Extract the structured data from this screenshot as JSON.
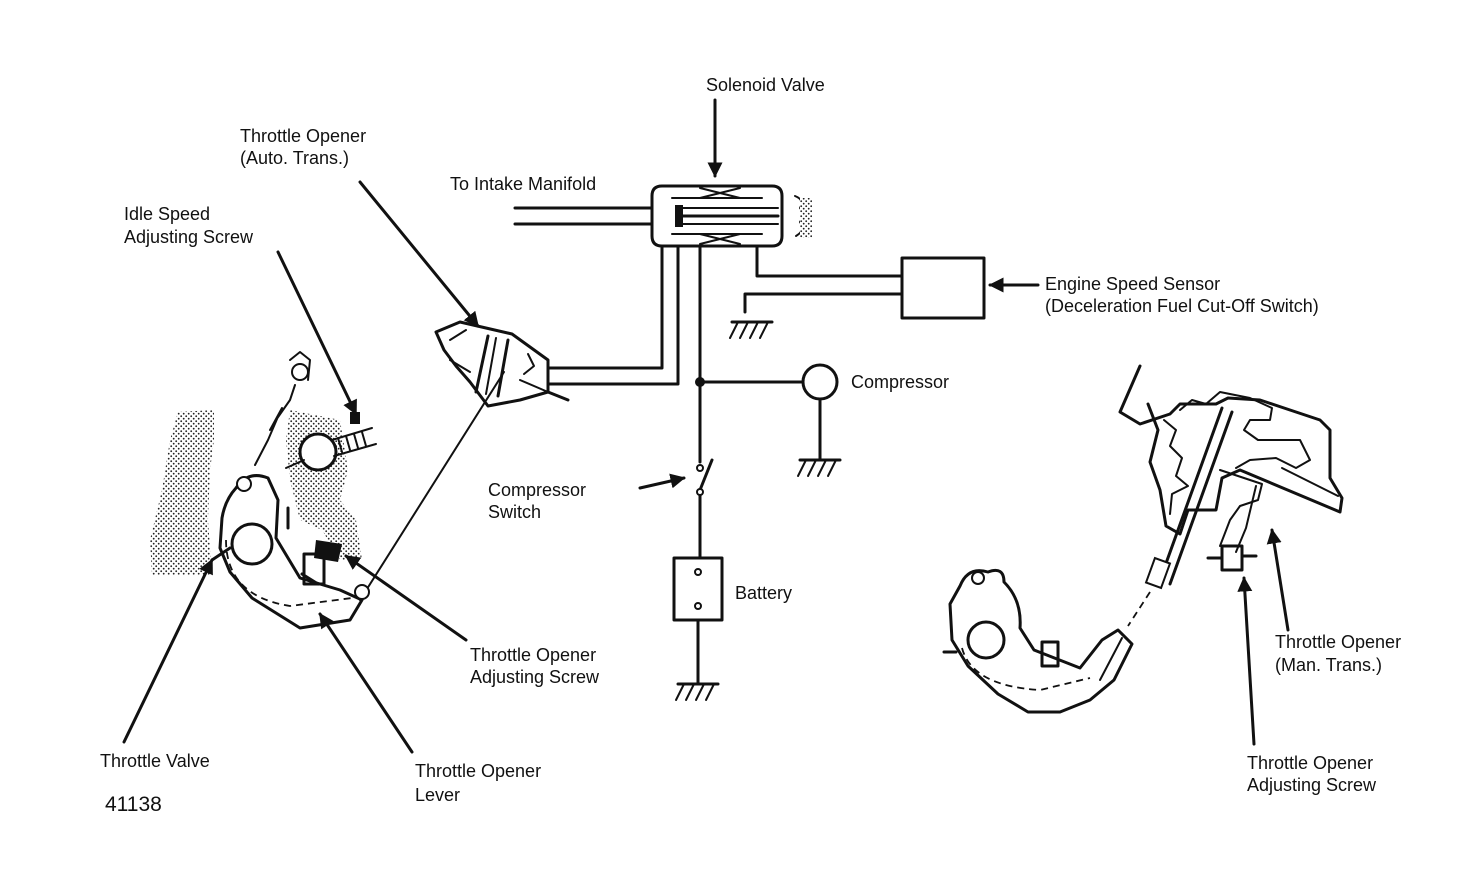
{
  "labels": {
    "solenoid_valve": "Solenoid Valve",
    "throttle_opener_auto_1": "Throttle Opener",
    "throttle_opener_auto_2": "(Auto. Trans.)",
    "to_intake_manifold": "To Intake Manifold",
    "idle_speed_1": "Idle Speed",
    "idle_speed_2": "Adjusting Screw",
    "engine_speed_sensor_1": "Engine Speed Sensor",
    "engine_speed_sensor_2": "(Deceleration Fuel Cut-Off Switch)",
    "compressor": "Compressor",
    "compressor_switch_1": "Compressor",
    "compressor_switch_2": "Switch",
    "battery": "Battery",
    "opener_adj_screw_left_1": "Throttle Opener",
    "opener_adj_screw_left_2": "Adjusting Screw",
    "throttle_valve": "Throttle Valve",
    "opener_lever_1": "Throttle Opener",
    "opener_lever_2": "Lever",
    "figure_number": "41138",
    "throttle_opener_man_1": "Throttle Opener",
    "throttle_opener_man_2": "(Man. Trans.)",
    "opener_adj_screw_right_1": "Throttle Opener",
    "opener_adj_screw_right_2": "Adjusting Screw"
  }
}
